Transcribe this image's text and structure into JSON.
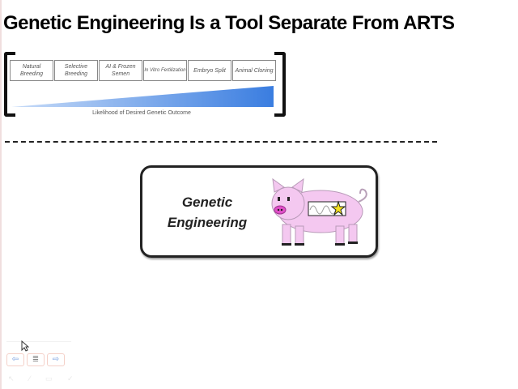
{
  "slide": {
    "title": "Genetic Engineering Is a Tool Separate From ARTS",
    "steps": [
      "Natural Breeding",
      "Selective Breeding",
      "AI & Frozen Semen",
      "In Vitro Fertilization",
      "Embryo Split",
      "Animal Cloning"
    ],
    "axis_label": "Likelihood of Desired Genetic Outcome",
    "box_label_line1": "Genetic",
    "box_label_line2": "Engineering"
  },
  "controls": {
    "prev": "⇦",
    "menu": "≣",
    "next": "⇨",
    "tools": "↖ ⁄ ▭ ✓"
  },
  "colors": {
    "ramp": "#3a7de0",
    "pig": "#f4c8f0"
  }
}
